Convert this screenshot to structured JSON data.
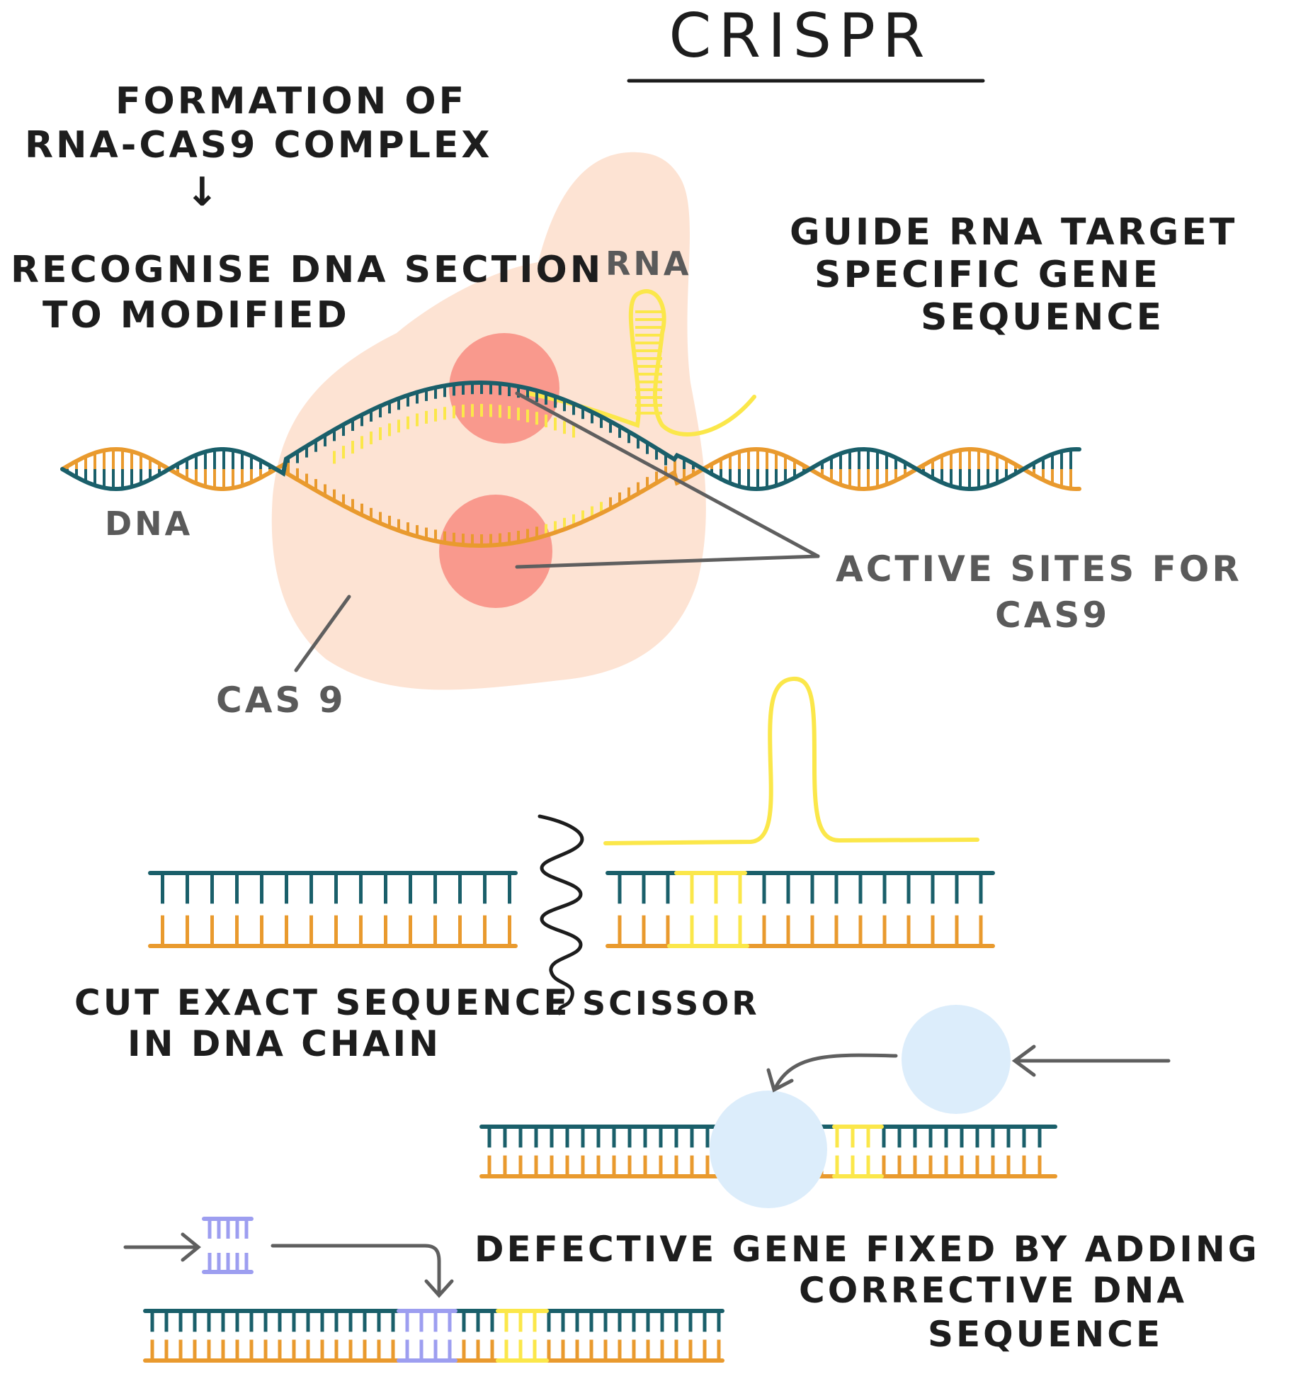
{
  "title": "CRISPR",
  "labels": {
    "formation_line1": "FORMATION OF",
    "formation_line2": "RNA-CAS9 COMPLEX",
    "arrow_down": "↓",
    "recognise_line1": "RECOGNISE DNA SECTION",
    "recognise_line2": "TO MODIFIED",
    "rna": "RNA",
    "guide_line1": "GUIDE RNA TARGET",
    "guide_line2": "SPECIFIC GENE",
    "guide_line3": "SEQUENCE",
    "dna": "DNA",
    "active_line1": "ACTIVE SITES FOR",
    "active_line2": "CAS9",
    "cas9": "CAS 9",
    "cut_line1": "CUT EXACT SEQUENCE",
    "cut_line2": "IN DNA CHAIN",
    "scissor": "SCISSOR",
    "defective_line1": "DEFECTIVE GENE FIXED BY ADDING",
    "defective_line2": "CORRECTIVE DNA",
    "defective_line3": "SEQUENCE"
  },
  "colors": {
    "teal_strand": "#1a5f6a",
    "orange_strand": "#e99a2e",
    "yellow_rna": "#fbe74a",
    "cas9_body": "#fde3d3",
    "active_site": "#f9998d",
    "repair_blob": "#dcedfb",
    "corrective_dna": "#9d9ef0",
    "pointer": "#5f5f5f"
  }
}
